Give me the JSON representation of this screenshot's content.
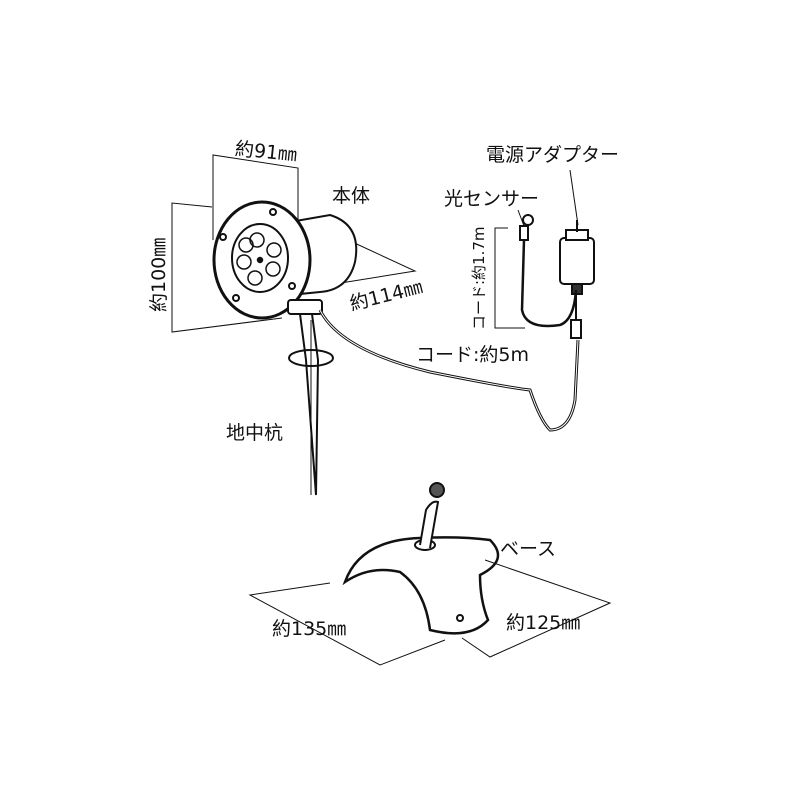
{
  "labels": {
    "width_body": "約91㎜",
    "body": "本体",
    "height_body": "約100㎜",
    "depth_body": "約114㎜",
    "power_adapter": "電源アダプター",
    "light_sensor": "光センサー",
    "sensor_cord": "コード:約1.7m",
    "main_cord": "コード:約5m",
    "ground_stake": "地中杭",
    "base": "ベース",
    "base_width": "約135㎜",
    "base_depth": "約125㎜"
  }
}
